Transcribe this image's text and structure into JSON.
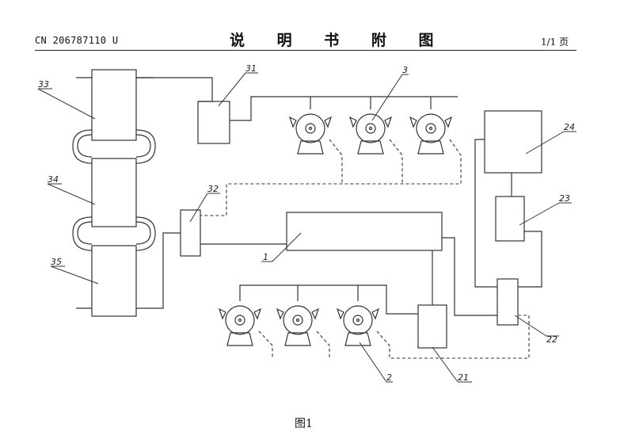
{
  "header": {
    "patent_no": "CN 206787110 U",
    "title": "说 明 书 附 图",
    "page": "1/1 页"
  },
  "figure": {
    "caption": "图1",
    "labels": {
      "l33": "33",
      "l34": "34",
      "l35": "35",
      "l31": "31",
      "l3": "3",
      "l32": "32",
      "l1": "1",
      "l2": "2",
      "l21": "21",
      "l24": "24",
      "l23": "23",
      "l22": "22"
    }
  }
}
